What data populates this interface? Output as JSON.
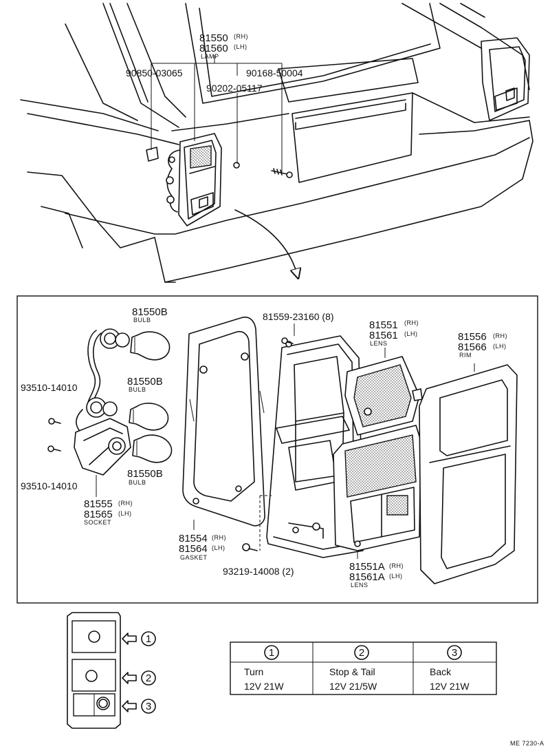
{
  "labels": {
    "lamp_rh": "81550",
    "lamp_rh_tag": "(RH)",
    "lamp_lh": "81560",
    "lamp_lh_tag": "(LH)",
    "lamp_name": "LAMP",
    "screw_a": "90850-03065",
    "screw_b": "90168-50004",
    "nut_c": "90202-05117",
    "bulb1": "81550B",
    "bulb1_name": "BULB",
    "bulb2": "81550B",
    "bulb2_name": "BULB",
    "bulb3": "81550B",
    "bulb3_name": "BULB",
    "screw_d": "93510-14010",
    "screw_e": "93510-14010",
    "socket_rh": "81555",
    "socket_rh_tag": "(RH)",
    "socket_lh": "81565",
    "socket_lh_tag": "(LH)",
    "socket_name": "SOCKET",
    "gasket_rh": "81554",
    "gasket_rh_tag": "(RH)",
    "gasket_lh": "81564",
    "gasket_lh_tag": "(LH)",
    "gasket_name": "GASKET",
    "screw_f": "81559-23160 (8)",
    "screw_g": "93219-14008 (2)",
    "lens_rh": "81551",
    "lens_rh_tag": "(RH)",
    "lens_lh": "81561",
    "lens_lh_tag": "(LH)",
    "lens_name": "LENS",
    "lensa_rh": "81551A",
    "lensa_rh_tag": "(RH)",
    "lensa_lh": "81561A",
    "lensa_lh_tag": "(LH)",
    "lensa_name": "LENS",
    "rim_rh": "81556",
    "rim_rh_tag": "(RH)",
    "rim_lh": "81566",
    "rim_lh_tag": "(LH)",
    "rim_name": "RIM",
    "ref": "ME 7230-A"
  },
  "callouts": [
    "1",
    "2",
    "3"
  ],
  "bulb_table": [
    {
      "num": "1",
      "function": "Turn",
      "spec": "12V  21W"
    },
    {
      "num": "2",
      "function": "Stop & Tail",
      "spec": "12V  21/5W"
    },
    {
      "num": "3",
      "function": "Back",
      "spec": "12V  21W"
    }
  ]
}
